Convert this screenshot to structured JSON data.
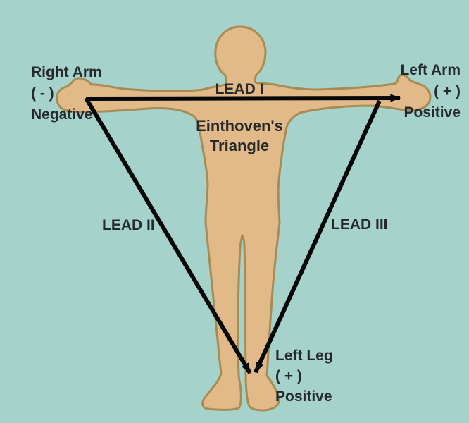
{
  "colors": {
    "background": "#a6d2cc",
    "body_fill": "#e2ba8a",
    "body_outline": "#a68c52",
    "line": "#070707",
    "text": "#26292b"
  },
  "title": {
    "line1": "Einthoven's",
    "line2": "Triangle"
  },
  "electrodes": {
    "right_arm": {
      "name": "Right Arm",
      "sign": "( - )",
      "polarity": "Negative"
    },
    "left_arm": {
      "name": "Left Arm",
      "sign": "( + )",
      "polarity": "Positive"
    },
    "left_leg": {
      "name": "Left Leg",
      "sign": "( + )",
      "polarity": "Positive"
    }
  },
  "leads": {
    "lead_i": "LEAD I",
    "lead_ii": "LEAD II",
    "lead_iii": "LEAD III"
  }
}
